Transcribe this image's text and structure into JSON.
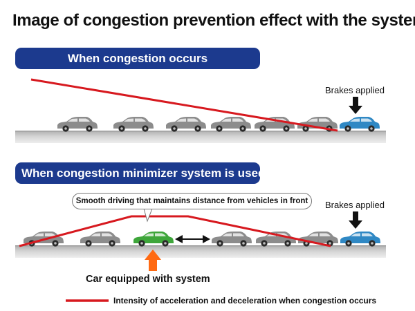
{
  "title": "Image of congestion prevention effect with the system",
  "scenario_1": {
    "banner": "When congestion occurs",
    "brakes_label": "Brakes applied"
  },
  "scenario_2": {
    "banner": "When congestion minimizer system is used",
    "speech_bubble": "Smooth driving that maintains distance from vehicles in front",
    "brakes_label": "Brakes applied",
    "equipped_label": "Car equipped with system"
  },
  "legend": {
    "label": "Intensity of acceleration and deceleration when congestion occurs",
    "line_color": "#d7191f"
  },
  "colors": {
    "banner": "#1c3a8e",
    "ordinary_car": "#8c8c8c",
    "braking_car": "#2f88c4",
    "system_car": "#3ea63a",
    "indicator_arrow": "#ff6a12",
    "intensity_line": "#d7191f"
  },
  "icons": [
    "car-icon",
    "down-arrow-icon",
    "double-arrow-icon",
    "up-arrow-icon"
  ]
}
